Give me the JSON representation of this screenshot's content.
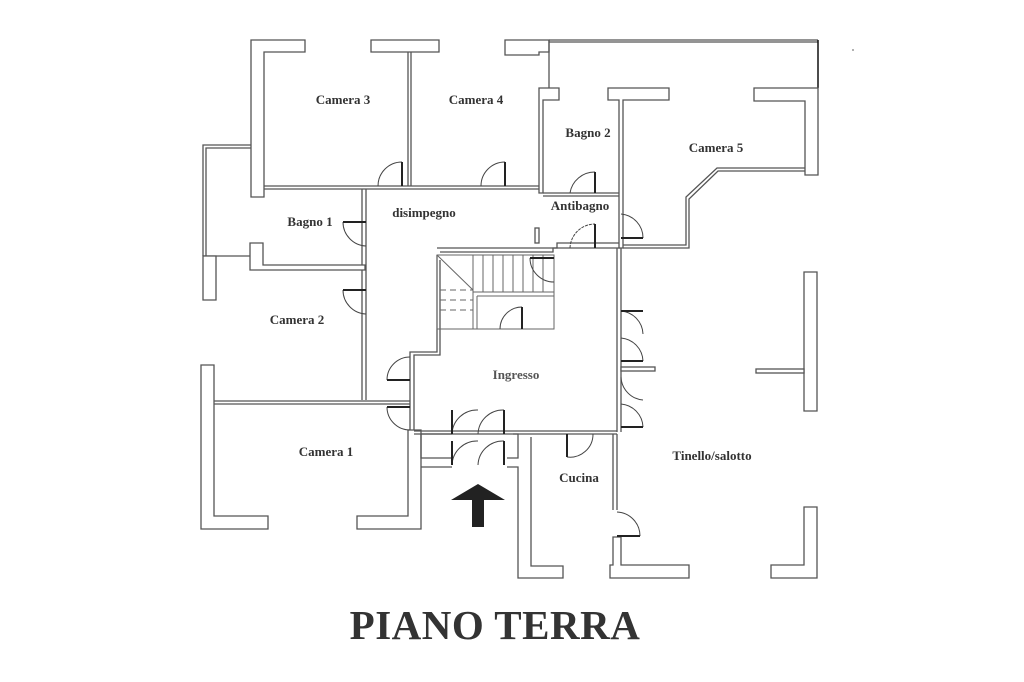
{
  "plan": {
    "title": "PIANO TERRA",
    "rooms": {
      "camera3": "Camera 3",
      "camera4": "Camera 4",
      "bagno2": "Bagno 2",
      "camera5": "Camera 5",
      "bagno1": "Bagno 1",
      "disimpegno": "disimpegno",
      "antibagno": "Antibagno",
      "camera2": "Camera 2",
      "ingresso": "Ingresso",
      "camera1": "Camera 1",
      "cucina": "Cucina",
      "tinello": "Tinello/salotto"
    },
    "entrance_arrow_icon": "arrow-up-icon",
    "colors": {
      "walls": "#555555",
      "text": "#333333",
      "background": "#ffffff"
    }
  }
}
